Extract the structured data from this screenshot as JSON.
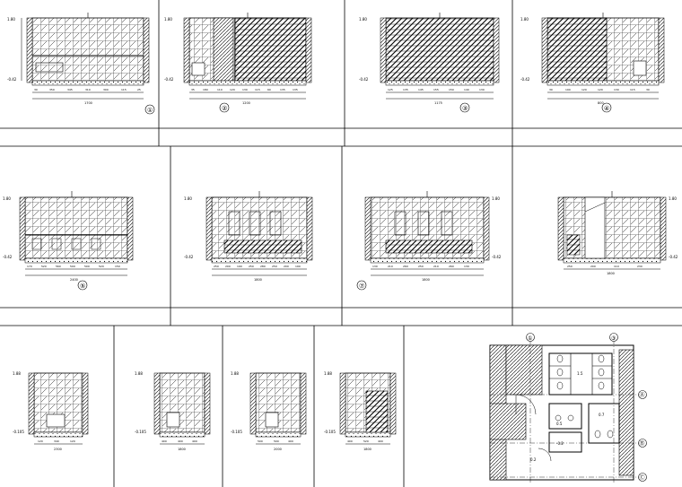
{
  "row1": [
    {
      "id": "E1",
      "level_top": "1.80",
      "level_bot": "-0.42",
      "dims": [
        "30",
        "350",
        "345",
        "310",
        "300",
        "115",
        "25"
      ],
      "total": "1700",
      "callout": "①"
    },
    {
      "id": "E2",
      "level_top": "1.80",
      "level_bot": "-0.42",
      "dims": [
        "35",
        "180",
        "110",
        "120",
        "130",
        "115",
        "60",
        "135",
        "135"
      ],
      "total": "1200",
      "callout": "②"
    },
    {
      "id": "E3",
      "level_top": "1.80",
      "level_bot": "-0.42",
      "dims": [
        "125",
        "135",
        "145",
        "155",
        "150",
        "140",
        "130"
      ],
      "total": "1175",
      "callout": "③"
    },
    {
      "id": "E4",
      "level_top": "1.80",
      "level_bot": "-0.42",
      "dims": [
        "30",
        "190",
        "120",
        "120",
        "130",
        "115",
        "30"
      ],
      "total": "800",
      "callout": "④"
    }
  ],
  "row2": [
    {
      "id": "E5",
      "level_top": "1.80",
      "level_bot": "-0.42",
      "dims": [
        "170",
        "520",
        "560",
        "500",
        "500",
        "520",
        "150"
      ],
      "total": "2400",
      "callout": "⑤"
    },
    {
      "id": "E6",
      "level_top": "1.80",
      "level_bot": "-0.42",
      "dims": [
        "250",
        "200",
        "190",
        "250",
        "280",
        "250",
        "200",
        "190"
      ],
      "total": "1800",
      "callout": ""
    },
    {
      "id": "E7",
      "level_top": "1.80",
      "level_bot": "-0.42",
      "dims": [
        "130",
        "210",
        "260",
        "250",
        "210",
        "260",
        "130"
      ],
      "total": "1800",
      "callout": "⑦"
    },
    {
      "id": "E8",
      "level_top": "1.80",
      "level_bot": "-0.42",
      "dims": [
        "250",
        "200",
        "110",
        "230"
      ],
      "total": "1800",
      "callout": ""
    }
  ],
  "row3": [
    {
      "id": "E9",
      "level_top": "1.88",
      "level_bot": "-0.105",
      "dims": [
        "120",
        "340",
        "120"
      ],
      "total": "2300"
    },
    {
      "id": "E10",
      "level_top": "1.88",
      "level_bot": "-0.105",
      "dims": [
        "400",
        "400",
        "400"
      ],
      "total": "1800"
    },
    {
      "id": "E11",
      "level_top": "1.88",
      "level_bot": "-0.105",
      "dims": [
        "500",
        "500",
        "400"
      ],
      "total": "2000"
    },
    {
      "id": "E12",
      "level_top": "1.88",
      "level_bot": "-0.105",
      "dims": [
        "400",
        "520",
        "400"
      ],
      "total": "1800"
    }
  ],
  "plan": {
    "grid_a": "①",
    "grid_b": "③",
    "grid_c": "Ⓐ",
    "grid_d": "Ⓑ",
    "grid_e": "Ⓒ",
    "room_1": "1.5",
    "room_2": "0.7",
    "room_3": "-0.2",
    "room_4": "0.2",
    "room_5": "0.5"
  },
  "colors": {
    "ink": "#000000",
    "paper": "#ffffff"
  }
}
